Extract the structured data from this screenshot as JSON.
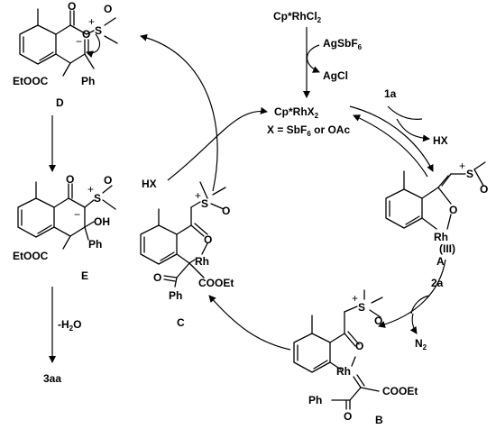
{
  "reagents": {
    "catalyst": "Cp*RhCl",
    "catalyst_sub": "2",
    "additive": "AgSbF",
    "additive_sub": "6",
    "byproduct_agcl": "AgCl",
    "active": "Cp*RhX",
    "active_sub": "2",
    "x_def": "X = SbF",
    "x_def_sub": "6",
    "x_def_tail": " or OAc",
    "sub_1a": "1a",
    "hx_out": "HX",
    "hx_in": "HX",
    "sub_2a": "2a",
    "n2": "N",
    "n2_sub": "2",
    "dehydration": "-H",
    "dehydration_sub": "2",
    "dehydration_tail": "O",
    "product": "3aa"
  },
  "compounds": {
    "A": "A",
    "B": "B",
    "C": "C",
    "D": "D",
    "E": "E"
  },
  "atoms": {
    "O": "O",
    "S": "S",
    "Rh": "Rh",
    "Rh3": "(III)",
    "OH": "OH",
    "Ph": "Ph",
    "EtOOC": "EtOOC",
    "COOEt": "COOEt",
    "plus": "+",
    "minus": "−"
  }
}
